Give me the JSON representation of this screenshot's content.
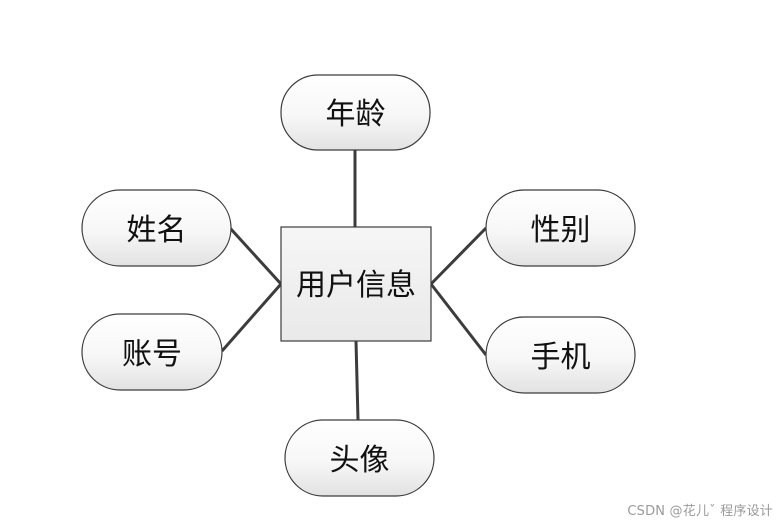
{
  "diagram": {
    "center": {
      "label": "用户信息"
    },
    "attributes": [
      {
        "id": "age",
        "label": "年龄"
      },
      {
        "id": "name",
        "label": "姓名"
      },
      {
        "id": "gender",
        "label": "性别"
      },
      {
        "id": "account",
        "label": "账号"
      },
      {
        "id": "phone",
        "label": "手机"
      },
      {
        "id": "avatar",
        "label": "头像"
      }
    ]
  },
  "watermark": "CSDN @花儿ˇ 程序设计",
  "colors": {
    "stroke": "#3c3c3c",
    "node_fill_top": "#ffffff",
    "node_fill_bottom": "#e6e6e6",
    "entity_fill": "#efefef",
    "watermark": "#9a9a9a"
  }
}
